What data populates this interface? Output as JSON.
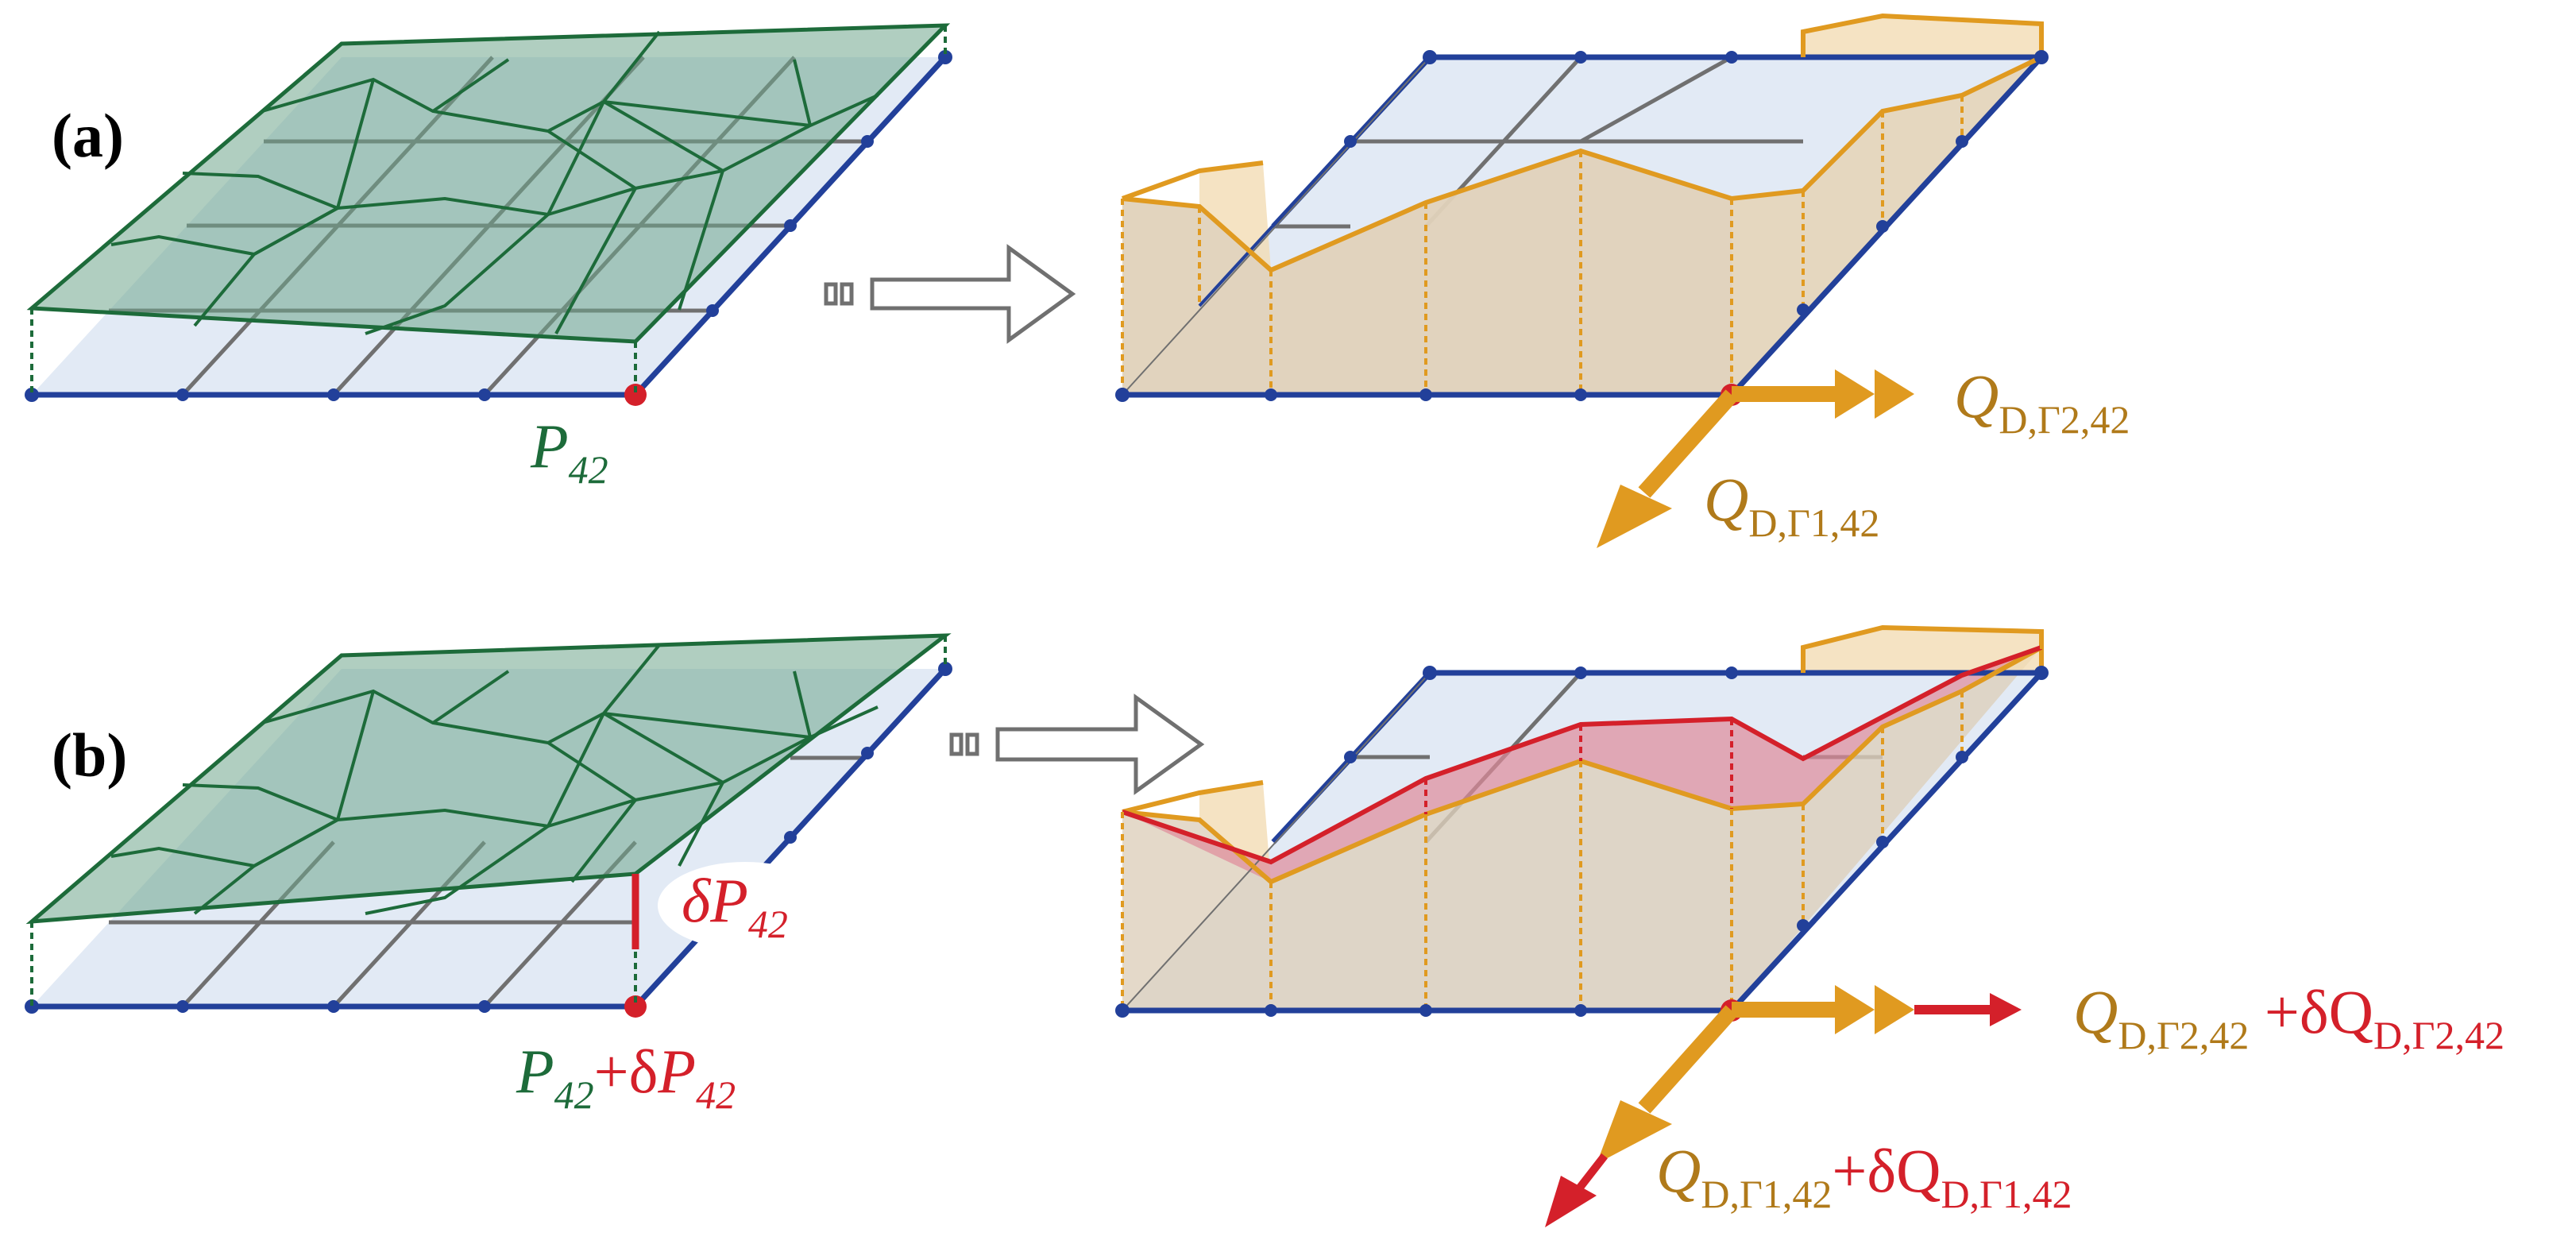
{
  "panels": [
    {
      "label": "(a)",
      "pressure_label": {
        "sym": "P",
        "sub": "42"
      },
      "flux_gamma2": {
        "sym": "Q",
        "sub": "D,Γ2,42"
      },
      "flux_gamma1": {
        "sym": "Q",
        "sub": "D,Γ1,42"
      }
    },
    {
      "label": "(b)",
      "perturbation_label": {
        "delta": "δ",
        "sym": "P",
        "sub": "42"
      },
      "pressure_label": {
        "sym": "P",
        "sub": "42",
        "plus": "+δ",
        "sym2": "P",
        "sub2": "42"
      },
      "flux_gamma2": {
        "sym": "Q",
        "sub": "D,Γ2,42",
        "plus": " +δQ",
        "sub2": "D,Γ2,42"
      },
      "flux_gamma1": {
        "sym": "Q",
        "sub": "D,Γ1,42",
        "plus": "+δQ",
        "sub2": "D,Γ1,42"
      }
    }
  ],
  "colors": {
    "grid_blue": "#22409a",
    "grid_fill": "#e2eaf5",
    "pressure_green": "#1d6b3a",
    "pressure_fill": "#6fa68c",
    "flux_orange": "#e09a20",
    "flux_fill": "#f3dcb4",
    "perturb_red": "#d4202a",
    "perturb_fill": "#e08a9a",
    "label_orange": "#b07a1a",
    "grey_line": "#707070"
  }
}
